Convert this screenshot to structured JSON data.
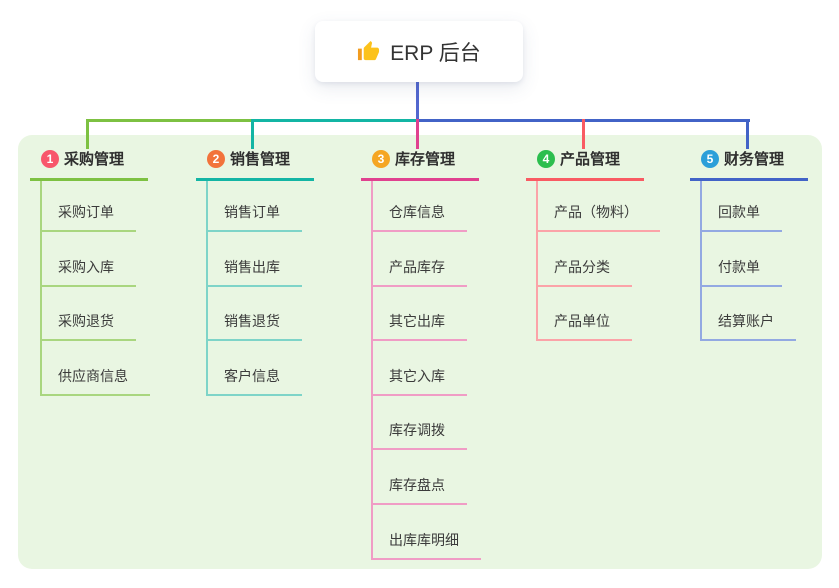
{
  "root": {
    "title": "ERP 后台",
    "icon": "thumbs-up-icon"
  },
  "theme": {
    "canvas_bg": "#ffffff",
    "panel_bg": "#e9f6e2",
    "stem_color": "#5267cf",
    "root_text_color": "#333333",
    "thumb_color": "#fcc21b",
    "thumb_cuff_color": "#f29c1f"
  },
  "branches": [
    {
      "badge": "1",
      "label": "采购管理",
      "badge_color": "#f8566b",
      "line_color": "#7dc142",
      "child_line_color": "#a9d67f",
      "children": [
        "采购订单",
        "采购入库",
        "采购退货",
        "供应商信息"
      ]
    },
    {
      "badge": "2",
      "label": "销售管理",
      "badge_color": "#f2733b",
      "line_color": "#13b5a4",
      "child_line_color": "#7ed4c8",
      "children": [
        "销售订单",
        "销售出库",
        "销售退货",
        "客户信息"
      ]
    },
    {
      "badge": "3",
      "label": "库存管理",
      "badge_color": "#f5a623",
      "line_color": "#e0418f",
      "child_line_color": "#f09cc5",
      "children": [
        "仓库信息",
        "产品库存",
        "其它出库",
        "其它入库",
        "库存调拨",
        "库存盘点",
        "出库库明细"
      ]
    },
    {
      "badge": "4",
      "label": "产品管理",
      "badge_color": "#2cbe4e",
      "line_color": "#f95b63",
      "child_line_color": "#fba3a8",
      "children": [
        "产品（物料）",
        "产品分类",
        "产品单位"
      ]
    },
    {
      "badge": "5",
      "label": "财务管理",
      "badge_color": "#2b9fd9",
      "line_color": "#4263c7",
      "child_line_color": "#93a9e2",
      "children": [
        "回款单",
        "付款单",
        "结算账户"
      ]
    }
  ]
}
